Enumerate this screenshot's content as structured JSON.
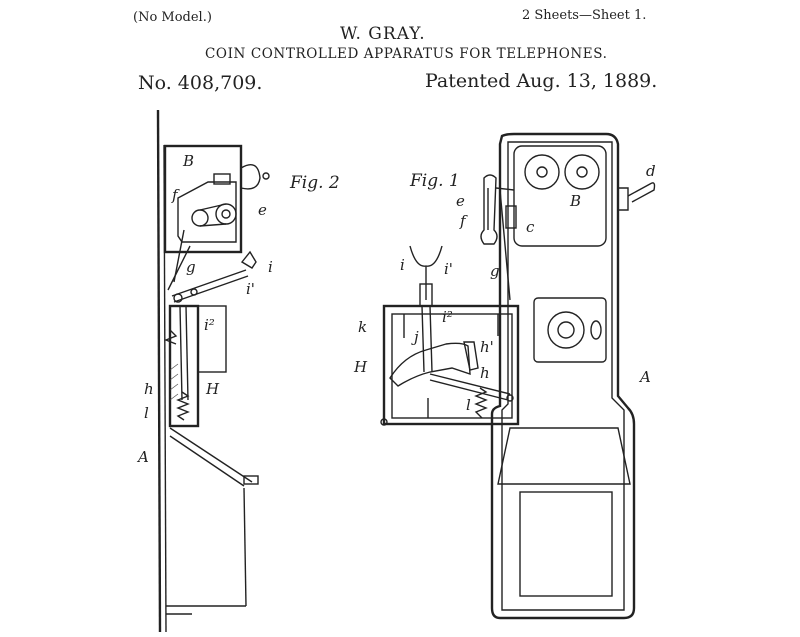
{
  "header": {
    "no_model": "(No Model.)",
    "sheets": "2 Sheets—Sheet 1.",
    "inventor": "W. GRAY.",
    "title": "COIN CONTROLLED APPARATUS FOR TELEPHONES.",
    "patent_number": "No. 408,709.",
    "patent_date": "Patented Aug. 13, 1889."
  },
  "figures": {
    "fig2": {
      "caption": "Fig. 2",
      "labels": {
        "B": "B",
        "f": "f",
        "e": "e",
        "g": "g",
        "i": "i",
        "i_prime": "i'",
        "i2": "i²",
        "h": "h",
        "H": "H",
        "l": "l",
        "A": "A"
      }
    },
    "fig1": {
      "caption": "Fig. 1",
      "labels": {
        "e": "e",
        "f": "f",
        "c": "c",
        "d": "d",
        "B": "B",
        "g": "g",
        "i": "i",
        "i_prime": "i'",
        "k": "k",
        "i2": "i²",
        "j": "j",
        "h_prime": "h'",
        "H": "H",
        "h": "h",
        "l": "l",
        "A": "A"
      }
    }
  }
}
